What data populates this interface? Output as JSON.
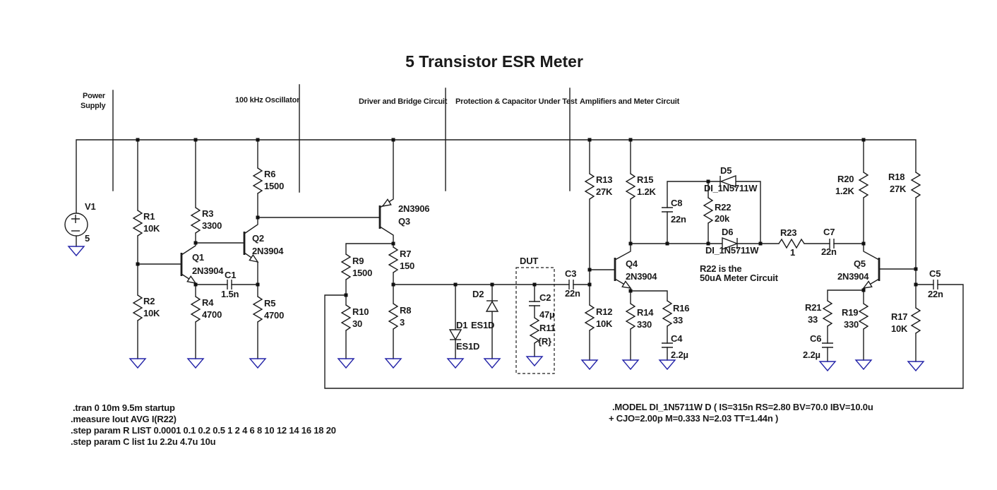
{
  "title": "5 Transistor ESR Meter",
  "colors": {
    "accent_purple": "#a118ad",
    "accent_magenta": "#bb17c4",
    "accent_violet": "#9a2fc0",
    "wire": "#1c1c1c",
    "ground_blue": "#2424a8"
  },
  "sections": {
    "power1": "Power",
    "power2": "Supply",
    "oscillator": "100 kHz Oscillator",
    "driver": "Driver and Bridge Circuit",
    "protection": "Protection & Capacitor Under Test",
    "amplifiers": "Amplifiers and Meter Circuit"
  },
  "dut_label": "DUT",
  "note": {
    "line1": "R22 is the",
    "line2": "50uA Meter Circuit"
  },
  "directives": {
    "tran": ".tran 0 10m 9.5m startup",
    "measure": ".measure Iout AVG I(R22)",
    "step_r": ".step param R LIST 0.0001 0.1 0.2 0.5 1 2 4 6 8 10 12 14 16 18 20",
    "step_c": ".step param C list 1u 2.2u 4.7u 10u",
    "model1": ".MODEL DI_1N5711W D  ( IS=315n RS=2.80 BV=70.0 IBV=10.0u",
    "model2": "+ CJO=2.00p  M=0.333 N=2.03 TT=1.44n )"
  },
  "components": {
    "V1": {
      "name": "V1",
      "value": "5"
    },
    "Q1": {
      "name": "Q1",
      "value": "2N3904"
    },
    "Q2": {
      "name": "Q2",
      "value": "2N3904"
    },
    "Q3": {
      "name": "Q3",
      "value": "2N3906"
    },
    "Q4": {
      "name": "Q4",
      "value": "2N3904"
    },
    "Q5": {
      "name": "Q5",
      "value": "2N3904"
    },
    "R1": {
      "name": "R1",
      "value": "10K"
    },
    "R2": {
      "name": "R2",
      "value": "10K"
    },
    "R3": {
      "name": "R3",
      "value": "3300"
    },
    "R4": {
      "name": "R4",
      "value": "4700"
    },
    "R5": {
      "name": "R5",
      "value": "4700"
    },
    "R6": {
      "name": "R6",
      "value": "1500"
    },
    "R7": {
      "name": "R7",
      "value": "150"
    },
    "R8": {
      "name": "R8",
      "value": "3"
    },
    "R9": {
      "name": "R9",
      "value": "1500"
    },
    "R10": {
      "name": "R10",
      "value": "30"
    },
    "R11": {
      "name": "R11",
      "value": "{R}"
    },
    "R12": {
      "name": "R12",
      "value": "10K"
    },
    "R13": {
      "name": "R13",
      "value": "27K"
    },
    "R14": {
      "name": "R14",
      "value": "330"
    },
    "R15": {
      "name": "R15",
      "value": "1.2K"
    },
    "R16": {
      "name": "R16",
      "value": "33"
    },
    "R17": {
      "name": "R17",
      "value": "10K"
    },
    "R18": {
      "name": "R18",
      "value": "27K"
    },
    "R19": {
      "name": "R19",
      "value": "330"
    },
    "R20": {
      "name": "R20",
      "value": "1.2K"
    },
    "R21": {
      "name": "R21",
      "value": "33"
    },
    "R22": {
      "name": "R22",
      "value": "20k"
    },
    "R23": {
      "name": "R23",
      "value": "1"
    },
    "C1": {
      "name": "C1",
      "value": "1.5n"
    },
    "C2": {
      "name": "C2",
      "value": "47µ"
    },
    "C3": {
      "name": "C3",
      "value": "22n"
    },
    "C4": {
      "name": "C4",
      "value": "2.2µ"
    },
    "C5": {
      "name": "C5",
      "value": "22n"
    },
    "C6": {
      "name": "C6",
      "value": "2.2µ"
    },
    "C7": {
      "name": "C7",
      "value": "22n"
    },
    "C8": {
      "name": "C8",
      "value": "22n"
    },
    "D1": {
      "name": "D1",
      "value": "ES1D"
    },
    "D2": {
      "name": "D2",
      "value": "ES1D"
    },
    "D5": {
      "name": "D5",
      "value": "DI_1N5711W"
    },
    "D6": {
      "name": "D6",
      "value": "DI_1N5711W"
    }
  }
}
